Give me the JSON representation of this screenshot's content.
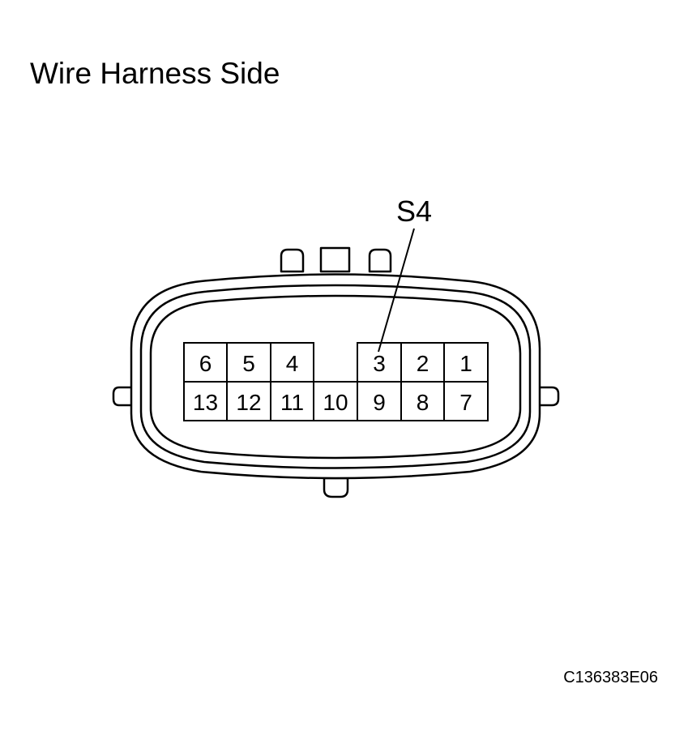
{
  "diagram": {
    "title": "Wire Harness Side",
    "figure_code": "C136383E06",
    "callout": {
      "label": "S4",
      "target_pin": "3"
    },
    "pins": {
      "top_row": [
        "6",
        "5",
        "4",
        "3",
        "2",
        "1"
      ],
      "bottom_row": [
        "13",
        "12",
        "11",
        "10",
        "9",
        "8",
        "7"
      ]
    },
    "colors": {
      "line": "#000000",
      "background": "#ffffff"
    }
  }
}
